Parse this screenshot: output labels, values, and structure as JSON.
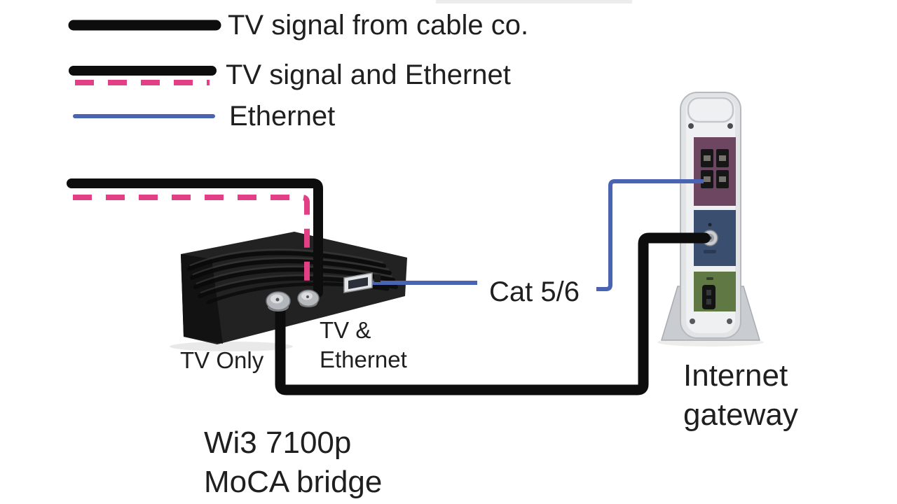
{
  "legend": {
    "items": [
      {
        "label": "TV signal from cable co."
      },
      {
        "label": "TV signal and Ethernet"
      },
      {
        "label": "Ethernet"
      }
    ]
  },
  "cables": {
    "cat56_label": "Cat 5/6"
  },
  "bridge": {
    "port_tv_only_label": "TV Only",
    "port_tv_ethernet_line1": "TV &",
    "port_tv_ethernet_line2": "Ethernet",
    "name_line1": "Wi3 7100p",
    "name_line2": "MoCA bridge"
  },
  "gateway": {
    "name_line1": "Internet",
    "name_line2": "gateway"
  },
  "colors": {
    "coax_cable": "#0d0d0d",
    "moca_dash": "#e23f86",
    "ethernet_cable": "#4a63b3",
    "gateway_panel_ethernet": "#6d4762",
    "gateway_panel_coax": "#3a4e70",
    "gateway_panel_power": "#5f7844",
    "label_text": "#1f1f1f"
  }
}
